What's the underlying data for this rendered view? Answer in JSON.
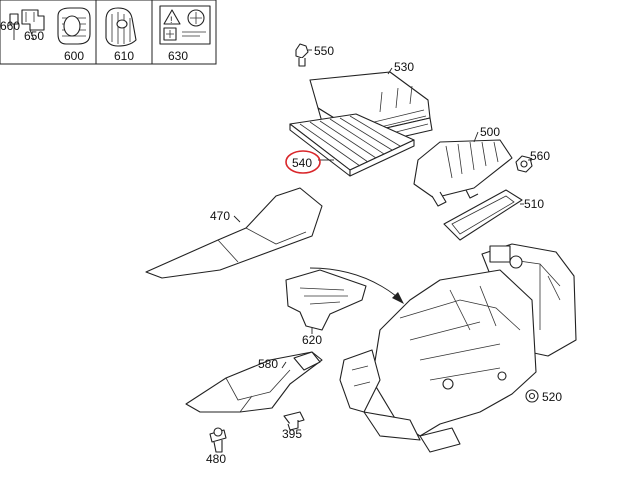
{
  "legend_parts": [
    {
      "id": "p660",
      "label": "660"
    },
    {
      "id": "p650",
      "label": "650"
    },
    {
      "id": "p600",
      "label": "600"
    },
    {
      "id": "p610",
      "label": "610"
    },
    {
      "id": "p630",
      "label": "630"
    }
  ],
  "callouts": {
    "p550": "550",
    "p530": "530",
    "p540": "540",
    "p500": "500",
    "p560": "560",
    "p510": "510",
    "p470": "470",
    "p620": "620",
    "p580": "580",
    "p520": "520",
    "p395": "395",
    "p480": "480"
  },
  "highlight": {
    "part": "540",
    "color": "#d9262a"
  },
  "icons": {
    "legend_600": "shield-grille-icon",
    "legend_610": "ribbed-cap-icon",
    "legend_630": "safety-info-icon"
  }
}
